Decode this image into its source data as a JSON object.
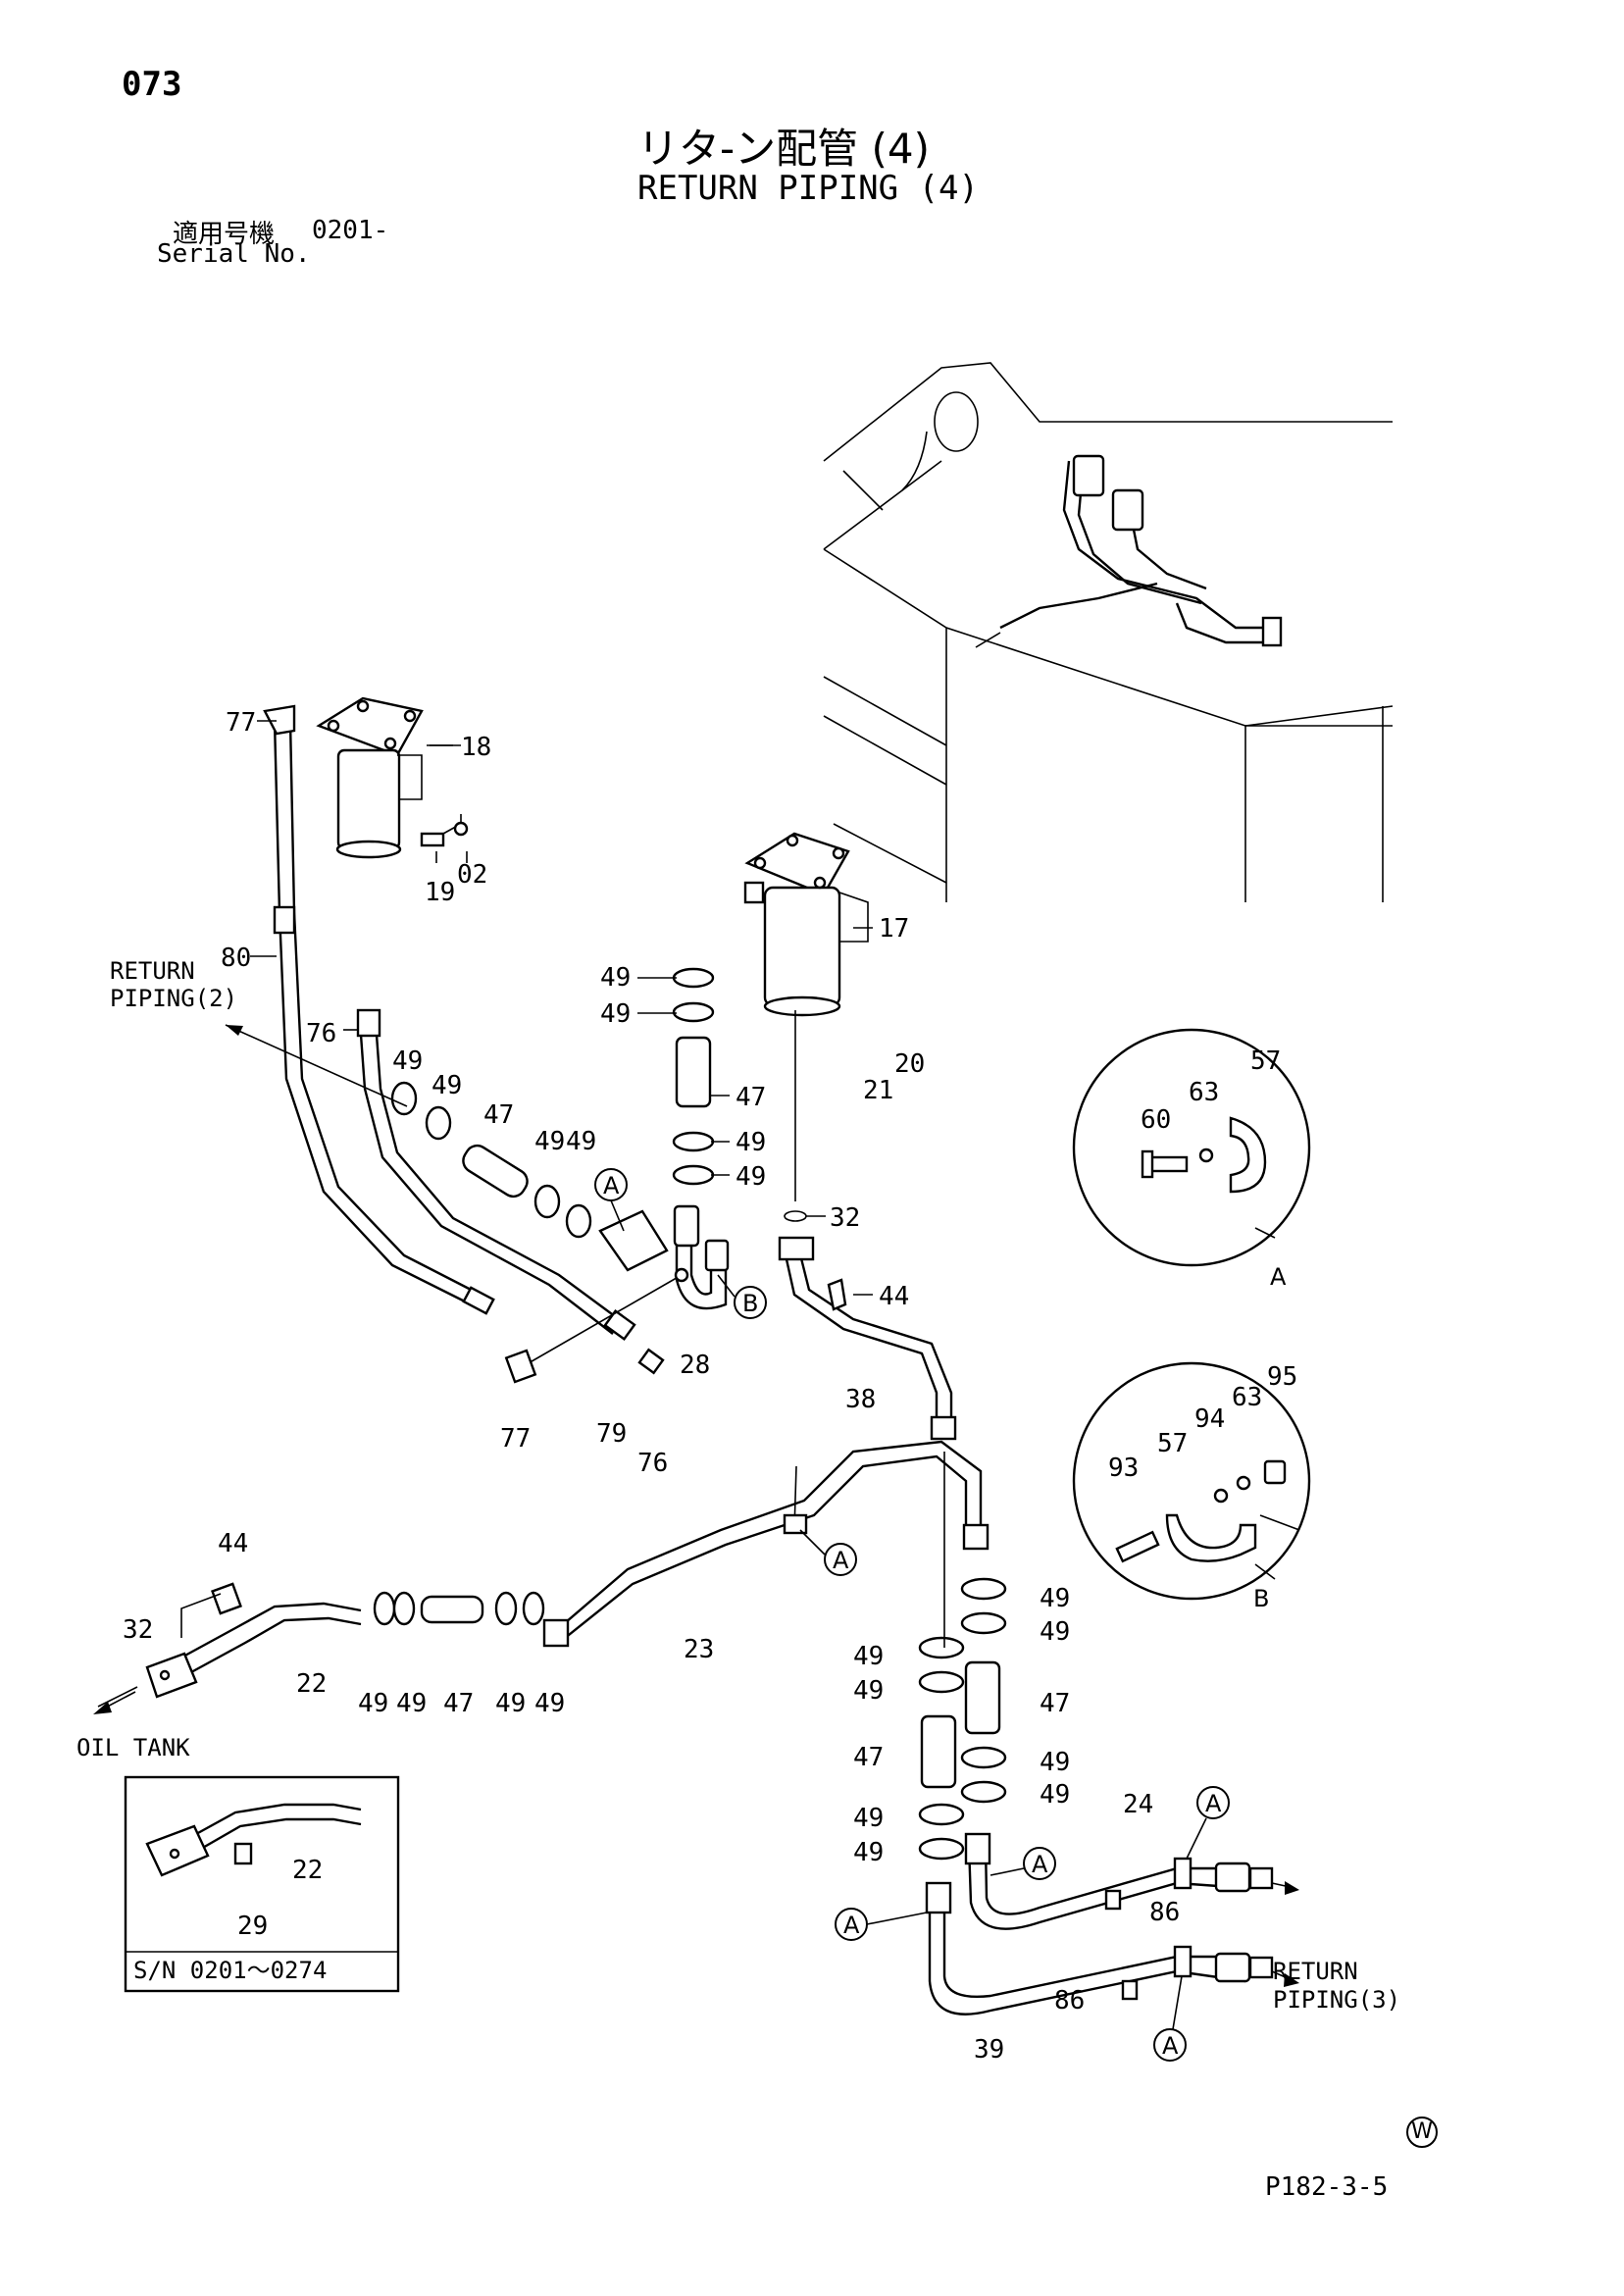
{
  "header": {
    "page_number": "073",
    "title_jp": "リタ-ン配管 (4)",
    "title_en": "RETURN PIPING (4)",
    "serial_label_jp": "適用号機",
    "serial_value": "0201-",
    "serial_label_en": "Serial No."
  },
  "notes": {
    "return_piping_2": [
      "RETURN",
      "PIPING(2)"
    ],
    "return_piping_3": [
      "RETURN",
      "PIPING(3)"
    ],
    "oil_tank": "OIL TANK",
    "inset_serial": "S/N 0201～0274"
  },
  "detail_views": {
    "a": "A",
    "b": "B"
  },
  "part_labels": {
    "p77a": "77",
    "p18": "18",
    "p19": "19",
    "p02": "02",
    "p80": "80",
    "p76a": "76",
    "p49a": "49",
    "p49b": "49",
    "p47a": "47",
    "p49c": "49",
    "p49d": "49",
    "p17": "17",
    "p49e": "49",
    "p49f": "49",
    "p21": "21",
    "p20": "20",
    "p47b": "47",
    "p49g": "49",
    "p49h": "49",
    "p32a": "32",
    "p44a": "44",
    "p28": "28",
    "p38": "38",
    "p77b": "77",
    "p79": "79",
    "p76b": "76",
    "p44b": "44",
    "p32b": "32",
    "p22a": "22",
    "p49i": "49",
    "p49j": "49",
    "p47c": "47",
    "p49k": "49",
    "p49l": "49",
    "p23": "23",
    "p49m": "49",
    "p49n": "49",
    "p49o": "49",
    "p49p": "49",
    "p47d": "47",
    "p47e": "47",
    "p49q": "49",
    "p49r": "49",
    "p49s": "49",
    "p49t": "49",
    "p24": "24",
    "p86a": "86",
    "p86b": "86",
    "p39": "39",
    "p22b": "22",
    "p29": "29",
    "p57a": "57",
    "p63a": "63",
    "p60": "60",
    "p95": "95",
    "p63b": "63",
    "p94": "94",
    "p57b": "57",
    "p93": "93"
  },
  "callouts": {
    "c1": "A",
    "c2": "B",
    "c3": "A",
    "c4": "A",
    "c5": "A",
    "c6": "A",
    "c7": "A"
  },
  "footer": {
    "doc_code": "P182-3-5",
    "mark": "W"
  }
}
